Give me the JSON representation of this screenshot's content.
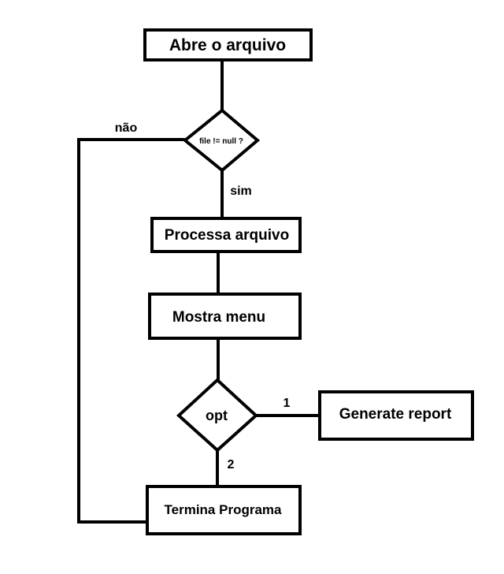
{
  "nodes": {
    "open_file": {
      "label": "Abre o arquivo"
    },
    "file_check": {
      "label": "file != null ?"
    },
    "process_file": {
      "label": "Processa arquivo"
    },
    "show_menu": {
      "label": "Mostra menu"
    },
    "option": {
      "label": "opt"
    },
    "generate_report": {
      "label": "Generate report"
    },
    "end_program": {
      "label": "Termina Programa"
    }
  },
  "edges": {
    "no_label": "não",
    "yes_label": "sim",
    "opt1_label": "1",
    "opt2_label": "2"
  },
  "colors": {
    "stroke": "#000000",
    "background": "#ffffff"
  }
}
